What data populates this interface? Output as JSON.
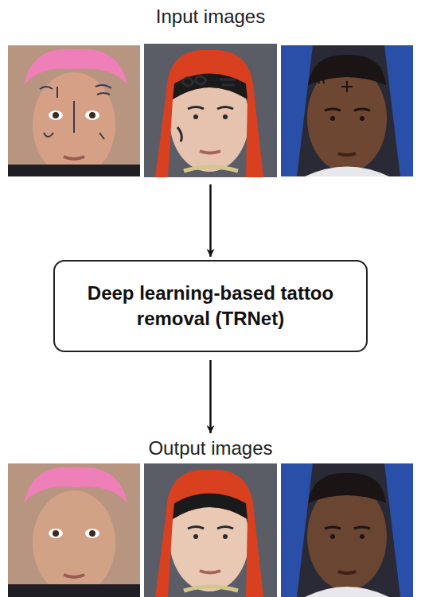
{
  "diagram": {
    "nodes": [
      {
        "text": [
          "Input images"
        ]
      },
      {
        "text": [
          "Deep learning-based tattoo removal (TRNet)"
        ]
      },
      {
        "text": [
          "Output images"
        ]
      }
    ],
    "edges": [
      {
        "from": 0,
        "to": 1,
        "arrow": "to"
      },
      {
        "from": 1,
        "to": 2,
        "arrow": "to"
      }
    ]
  }
}
